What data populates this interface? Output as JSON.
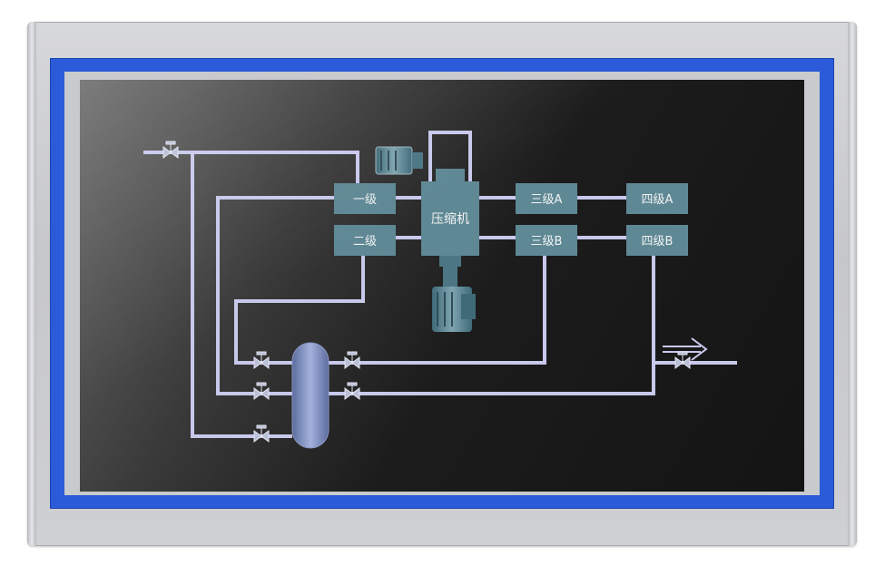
{
  "diagram": {
    "title": "",
    "stage1": {
      "label": "一级"
    },
    "stage2": {
      "label": "二级"
    },
    "compressor": {
      "label": "压缩机"
    },
    "stage3a": {
      "label": "三级A"
    },
    "stage3b": {
      "label": "三级B"
    },
    "stage4a": {
      "label": "四级A"
    },
    "stage4b": {
      "label": "四级B"
    }
  },
  "colors": {
    "bezel": "#cccdd1",
    "frame_blue": "#2b5bd8",
    "screen_dark": "#1c1c1c",
    "pipe": "#c8c8ec",
    "box_fill": "#5e8894",
    "box_text": "#f2f2f2",
    "tank": "#7b8ec0"
  },
  "icons": [
    "valve-icon",
    "motor-icon",
    "pump-icon",
    "tank-icon",
    "flow-arrow-icon"
  ]
}
